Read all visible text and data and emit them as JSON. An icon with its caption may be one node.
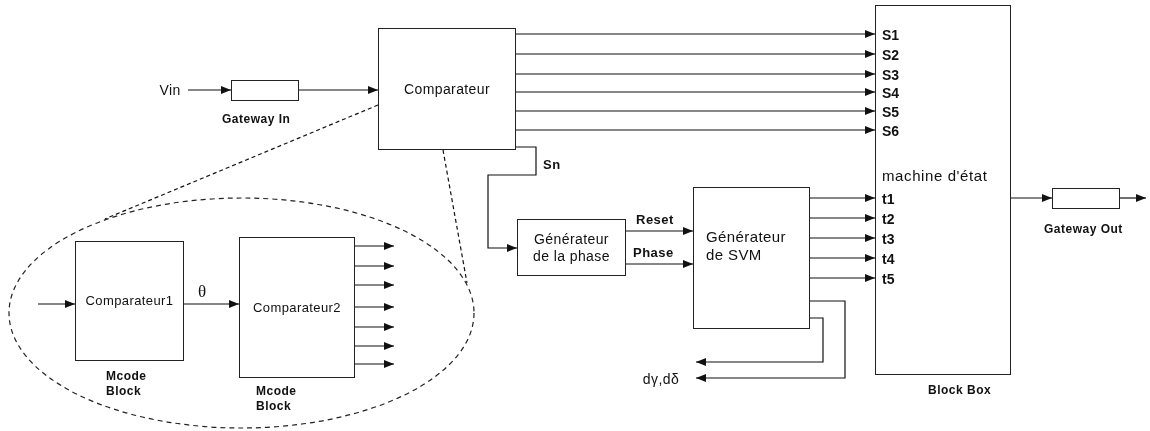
{
  "diagram": {
    "nodes": [
      {
        "text": [
          "Vin"
        ]
      },
      {
        "text": [],
        "shape": "box",
        "beside": [
          "Gateway In"
        ]
      },
      {
        "text": [
          "Comparateur"
        ]
      },
      {
        "text": [
          "S1",
          "S2",
          "S3",
          "S4",
          "S5",
          "S6",
          "machine d'état",
          "t1",
          "t2",
          "t3",
          "t4",
          "t5"
        ],
        "beside": [
          "Block Box"
        ]
      },
      {
        "text": [],
        "shape": "box",
        "beside": [
          "Gateway Out"
        ]
      },
      {
        "text": [
          "Générateur de la phase"
        ]
      },
      {
        "text": [
          "Générateur de SVM"
        ]
      },
      {
        "text": [
          "dγ,dδ"
        ]
      },
      {
        "text": [],
        "shape": "ellipse"
      },
      {
        "text": [
          "Comparateur1"
        ],
        "in": 8,
        "beside": [
          "Mcode Block"
        ]
      },
      {
        "text": [
          "Comparateur2"
        ],
        "in": 8,
        "beside": [
          "Mcode Block"
        ]
      }
    ],
    "edges": [
      {
        "from": 0,
        "to": 1,
        "arrow": "to"
      },
      {
        "from": 1,
        "to": 2,
        "arrow": "to"
      },
      {
        "from": 2,
        "to": 3,
        "arrow": "to"
      },
      {
        "from": 2,
        "to": 3,
        "arrow": "to"
      },
      {
        "from": 2,
        "to": 3,
        "arrow": "to"
      },
      {
        "from": 2,
        "to": 3,
        "arrow": "to"
      },
      {
        "from": 2,
        "to": 3,
        "arrow": "to"
      },
      {
        "from": 2,
        "to": 3,
        "arrow": "to"
      },
      {
        "from": 2,
        "to": 5,
        "arrow": "to",
        "label": "Sn"
      },
      {
        "from": 5,
        "to": 6,
        "arrow": "to",
        "label": "Reset"
      },
      {
        "from": 5,
        "to": 6,
        "arrow": "to",
        "label": "Phase"
      },
      {
        "from": 6,
        "to": 3,
        "arrow": "to"
      },
      {
        "from": 6,
        "to": 3,
        "arrow": "to"
      },
      {
        "from": 6,
        "to": 3,
        "arrow": "to"
      },
      {
        "from": 6,
        "to": 3,
        "arrow": "to"
      },
      {
        "from": 6,
        "to": 3,
        "arrow": "to"
      },
      {
        "from": 6,
        "to": 7,
        "arrow": "to"
      },
      {
        "from": 6,
        "to": 7,
        "arrow": "to"
      },
      {
        "from": 3,
        "to": 4,
        "arrow": "to"
      },
      {
        "from": 4,
        "to": null,
        "arrow": "to"
      },
      {
        "from": 2,
        "to": 8,
        "arrow": "none",
        "style": "dashed"
      },
      {
        "from": 2,
        "to": 8,
        "arrow": "none",
        "style": "dashed"
      },
      {
        "from": null,
        "to": 9,
        "arrow": "to"
      },
      {
        "from": 9,
        "to": 10,
        "arrow": "to",
        "label": "θ"
      },
      {
        "from": 10,
        "to": null,
        "arrow": "to"
      },
      {
        "from": 10,
        "to": null,
        "arrow": "to"
      },
      {
        "from": 10,
        "to": null,
        "arrow": "to"
      },
      {
        "from": 10,
        "to": null,
        "arrow": "to"
      },
      {
        "from": 10,
        "to": null,
        "arrow": "to"
      },
      {
        "from": 10,
        "to": null,
        "arrow": "to"
      },
      {
        "from": 10,
        "to": null,
        "arrow": "to"
      }
    ]
  }
}
